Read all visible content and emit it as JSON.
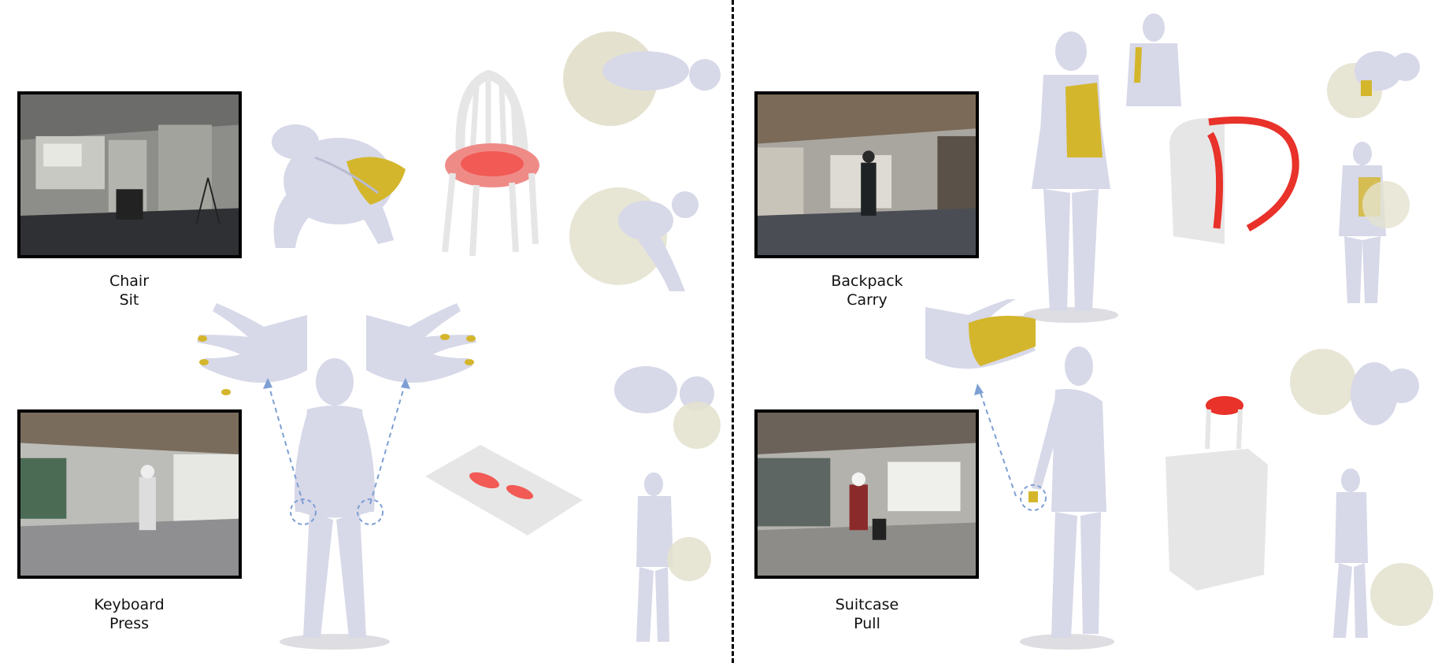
{
  "panels": [
    {
      "id": "chair",
      "object": "Chair",
      "action": "Sit"
    },
    {
      "id": "keyboard",
      "object": "Keyboard",
      "action": "Press"
    },
    {
      "id": "backpack",
      "object": "Backpack",
      "action": "Carry"
    },
    {
      "id": "suitcase",
      "object": "Suitcase",
      "action": "Pull"
    }
  ],
  "colors": {
    "body": "#d7d8e8",
    "body_shade": "#b9bbd0",
    "contact": "#d4b62c",
    "object_points": "#e6e6e6",
    "object_contact": "#e8322a",
    "ball": "#e4e2cf",
    "arrow": "#7d9fd3"
  }
}
